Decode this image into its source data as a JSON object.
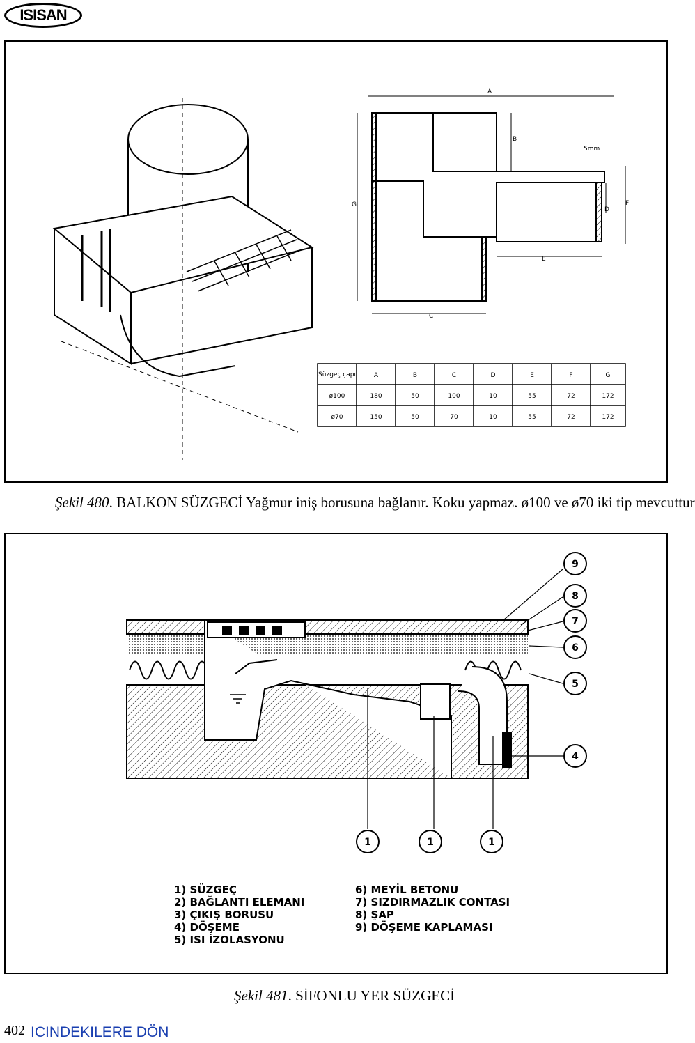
{
  "logo": {
    "text": "ISISAN"
  },
  "figure480": {
    "caption_label": "Şekil 480",
    "caption_text": ". BALKON SÜZGECİ Yağmur iniş borusuna bağlanır. Koku yapmaz. ø100 ve ø70 iki tip mevcuttur",
    "dimension_letters": [
      "A",
      "B",
      "C",
      "D",
      "E",
      "F",
      "G"
    ],
    "dimension_note": "5mm",
    "table": {
      "headers": [
        "Süzgeç çapı",
        "A",
        "B",
        "C",
        "D",
        "E",
        "F",
        "G"
      ],
      "rows": [
        [
          "ø100",
          "180",
          "50",
          "100",
          "10",
          "55",
          "72",
          "172"
        ],
        [
          "ø70",
          "150",
          "50",
          "70",
          "10",
          "55",
          "72",
          "172"
        ]
      ]
    }
  },
  "figure481": {
    "caption_label": "Şekil 481",
    "caption_text": ". SİFONLU YER SÜZGECİ",
    "callouts": [
      "9",
      "8",
      "7",
      "6",
      "5",
      "4",
      "1",
      "1",
      "1"
    ],
    "legend_left": [
      "1) SÜZGEÇ",
      "2) BAĞLANTI ELEMANI",
      "3) ÇIKIŞ BORUSU",
      "4) DÖŞEME",
      "5) ISI İZOLASYONU"
    ],
    "legend_right": [
      "6) MEYİL BETONU",
      "7) SIZDIRMAZLIK CONTASI",
      "8) ŞAP",
      "9) DÖŞEME KAPLAMASI"
    ]
  },
  "footer": {
    "page_number": "402",
    "toc_link": "ICINDEKILERE DÖN"
  }
}
